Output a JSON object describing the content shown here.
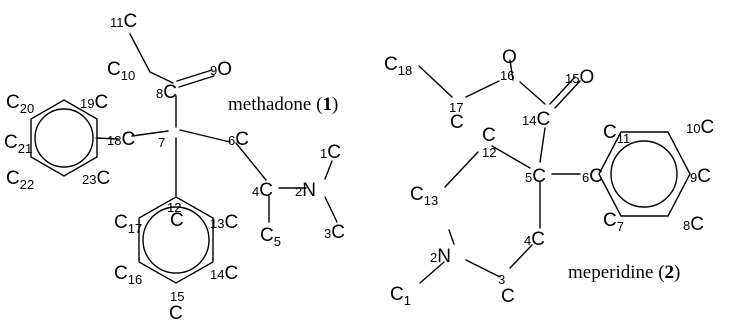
{
  "molecules": [
    {
      "id": "methadone",
      "caption": {
        "name": "methadone",
        "open": " (",
        "index": "1",
        "close": ")"
      },
      "atoms": [
        {
          "id": "C11",
          "label": "C",
          "num": "11"
        },
        {
          "id": "C10",
          "label": "C",
          "num": "10"
        },
        {
          "id": "O9",
          "label": "O",
          "num": "9"
        },
        {
          "id": "C8",
          "label": "C",
          "num": "8"
        },
        {
          "id": "C7",
          "label": "",
          "num": "7"
        },
        {
          "id": "C6",
          "label": "C",
          "num": "6"
        },
        {
          "id": "C4",
          "label": "C",
          "num": "4"
        },
        {
          "id": "N2",
          "label": "N",
          "num": "2"
        },
        {
          "id": "C1",
          "label": "C",
          "num": "1"
        },
        {
          "id": "C3",
          "label": "C",
          "num": "3"
        },
        {
          "id": "C5",
          "label": "C",
          "num": "5"
        },
        {
          "id": "C18",
          "label": "C",
          "num": "18"
        },
        {
          "id": "C19",
          "label": "C",
          "num": "19"
        },
        {
          "id": "C20",
          "label": "C",
          "num": "20"
        },
        {
          "id": "C21",
          "label": "C",
          "num": "21"
        },
        {
          "id": "C22",
          "label": "C",
          "num": "22"
        },
        {
          "id": "C23",
          "label": "C",
          "num": "23"
        },
        {
          "id": "C12",
          "label": "C",
          "num": "12"
        },
        {
          "id": "C13",
          "label": "C",
          "num": "13"
        },
        {
          "id": "C14",
          "label": "C",
          "num": "14"
        },
        {
          "id": "C15",
          "label": "C",
          "num": "15"
        },
        {
          "id": "C16",
          "label": "C",
          "num": "16"
        },
        {
          "id": "C17",
          "label": "C",
          "num": "17"
        }
      ]
    },
    {
      "id": "meperidine",
      "caption": {
        "name": "meperidine",
        "open": " (",
        "index": "2",
        "close": ")"
      },
      "atoms": [
        {
          "id": "C18",
          "label": "C",
          "num": "18"
        },
        {
          "id": "C17",
          "label": "C",
          "num": "17"
        },
        {
          "id": "O16",
          "label": "O",
          "num": "16"
        },
        {
          "id": "O15",
          "label": "O",
          "num": "15"
        },
        {
          "id": "C14",
          "label": "C",
          "num": "14"
        },
        {
          "id": "C12",
          "label": "C",
          "num": "12"
        },
        {
          "id": "C5",
          "label": "C",
          "num": "5"
        },
        {
          "id": "C13",
          "label": "C",
          "num": "13"
        },
        {
          "id": "N2",
          "label": "N",
          "num": "2"
        },
        {
          "id": "C1",
          "label": "C",
          "num": "1"
        },
        {
          "id": "C3",
          "label": "C",
          "num": "3"
        },
        {
          "id": "C4",
          "label": "C",
          "num": "4"
        },
        {
          "id": "C6",
          "label": "C",
          "num": "6"
        },
        {
          "id": "C11",
          "label": "C",
          "num": "11"
        },
        {
          "id": "C10",
          "label": "C",
          "num": "10"
        },
        {
          "id": "C9",
          "label": "C",
          "num": "9"
        },
        {
          "id": "C8",
          "label": "C",
          "num": "8"
        },
        {
          "id": "C7",
          "label": "C",
          "num": "7"
        }
      ]
    }
  ]
}
